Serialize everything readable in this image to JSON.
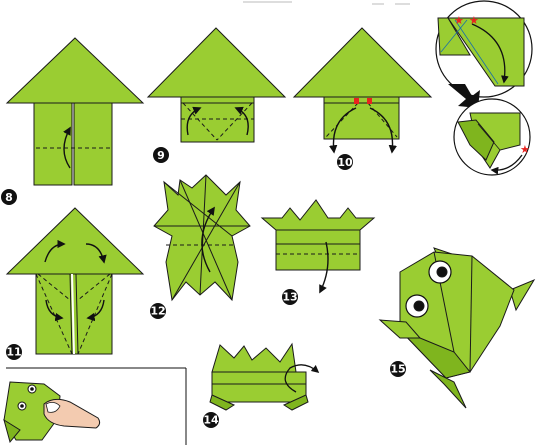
{
  "diagram": {
    "kind": "origami instructions — jumping frog",
    "colors": {
      "paper": "#9ACD32",
      "paper_dark": "#7FB51E",
      "outline": "#1a1a1a",
      "badge": "#111111",
      "badge_text": "#ffffff",
      "star": "#E8231F",
      "finger": "#F3CBB0"
    },
    "steps": [
      {
        "id": "step-8",
        "label": "8"
      },
      {
        "id": "step-9",
        "label": "9"
      },
      {
        "id": "step-10",
        "label": "10"
      },
      {
        "id": "step-11",
        "label": "11"
      },
      {
        "id": "step-12",
        "label": "12"
      },
      {
        "id": "step-13",
        "label": "13"
      },
      {
        "id": "step-14",
        "label": "14"
      },
      {
        "id": "step-15",
        "label": "15"
      }
    ]
  }
}
